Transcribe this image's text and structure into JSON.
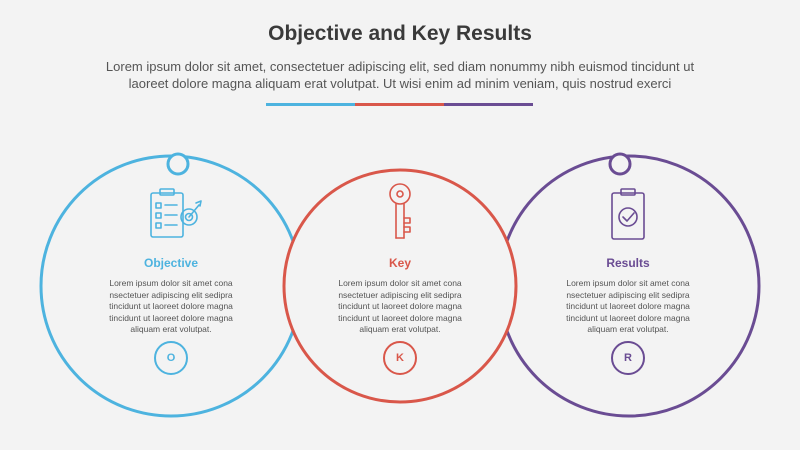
{
  "header": {
    "title": "Objective and Key Results",
    "subtitle_line1": "Lorem ipsum dolor sit amet, consectetuer adipiscing elit, sed diam nonummy nibh euismod tincidunt ut",
    "subtitle_line2": "laoreet dolore magna aliquam erat volutpat. Ut wisi enim ad minim veniam, quis nostrud exerci"
  },
  "colors": {
    "blue": "#4db3df",
    "red": "#d9574a",
    "purple": "#6a4c93"
  },
  "items": [
    {
      "title": "Objective",
      "text": "Lorem ipsum dolor sit amet cona nsectetuer adipiscing elit sedipra tincidunt ut laoreet dolore magna tincidunt ut laoreet dolore magna aliquam erat volutpat.",
      "badge": "O",
      "icon": "clipboard-checklist-target-icon",
      "color": "#4db3df"
    },
    {
      "title": "Key",
      "text": "Lorem ipsum dolor sit amet cona nsectetuer adipiscing elit sedipra tincidunt ut laoreet dolore magna tincidunt ut laoreet dolore magna aliquam erat volutpat.",
      "badge": "K",
      "icon": "key-icon",
      "color": "#d9574a"
    },
    {
      "title": "Results",
      "text": "Lorem ipsum dolor sit amet cona nsectetuer adipiscing elit sedipra tincidunt ut laoreet dolore magna tincidunt ut laoreet dolore magna aliquam erat volutpat.",
      "badge": "R",
      "icon": "clipboard-check-icon",
      "color": "#6a4c93"
    }
  ]
}
